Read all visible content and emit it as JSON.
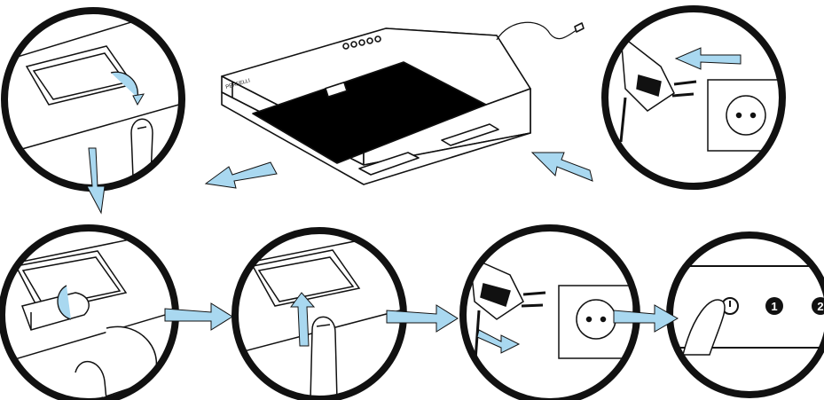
{
  "brand": {
    "logo_text": "PERFELLI"
  },
  "colors": {
    "outline": "#111111",
    "arrow_fill": "#a9d8f0",
    "filter_panel": "#000000",
    "background": "#ffffff"
  },
  "control_panel": {
    "button_labels": [
      "1",
      "2"
    ],
    "power_icon": "power-icon"
  },
  "steps": [
    {
      "id": "unplug",
      "icon": "plug-remove-icon"
    },
    {
      "id": "lift-filter-tab",
      "icon": "finger-icon"
    },
    {
      "id": "rotate-filter-lock",
      "icon": "rotate-arrow-icon"
    },
    {
      "id": "push-filter-up",
      "icon": "up-arrow-icon"
    },
    {
      "id": "plug-in",
      "icon": "plug-insert-icon"
    },
    {
      "id": "press-power",
      "icon": "power-icon"
    }
  ]
}
